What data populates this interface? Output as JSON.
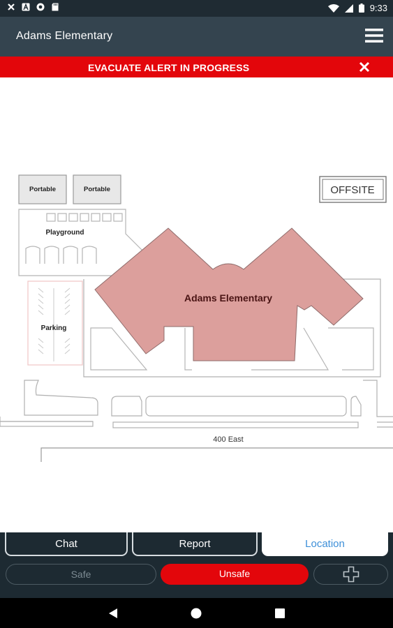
{
  "status_bar": {
    "time": "9:33",
    "left_icons": [
      "close-notification-icon",
      "font-notification-icon",
      "circle-notification-icon",
      "sd-card-icon"
    ],
    "right_icons": [
      "wifi-icon",
      "cell-signal-icon",
      "battery-icon"
    ]
  },
  "app_bar": {
    "title": "Adams Elementary",
    "menu_icon": "hamburger-menu-icon"
  },
  "alert": {
    "text": "EVACUATE ALERT IN PROGRESS",
    "close_icon": "close-icon",
    "color": "#e3060b"
  },
  "map": {
    "building_name": "Adams Elementary",
    "portable_1": "Portable",
    "portable_2": "Portable",
    "offsite": "OFFSITE",
    "playground": "Playground",
    "parking": "Parking",
    "street": "400 East",
    "building_color": "#dc9f9c"
  },
  "tabs": [
    {
      "label": "Chat",
      "active": false
    },
    {
      "label": "Report",
      "active": false
    },
    {
      "label": "Location",
      "active": true
    }
  ],
  "actions": {
    "safe_label": "Safe",
    "unsafe_label": "Unsafe",
    "add_icon": "plus-icon",
    "unsafe_color": "#e3060b"
  },
  "nav": {
    "back_icon": "back-triangle-icon",
    "home_icon": "home-circle-icon",
    "recents_icon": "recents-square-icon"
  }
}
